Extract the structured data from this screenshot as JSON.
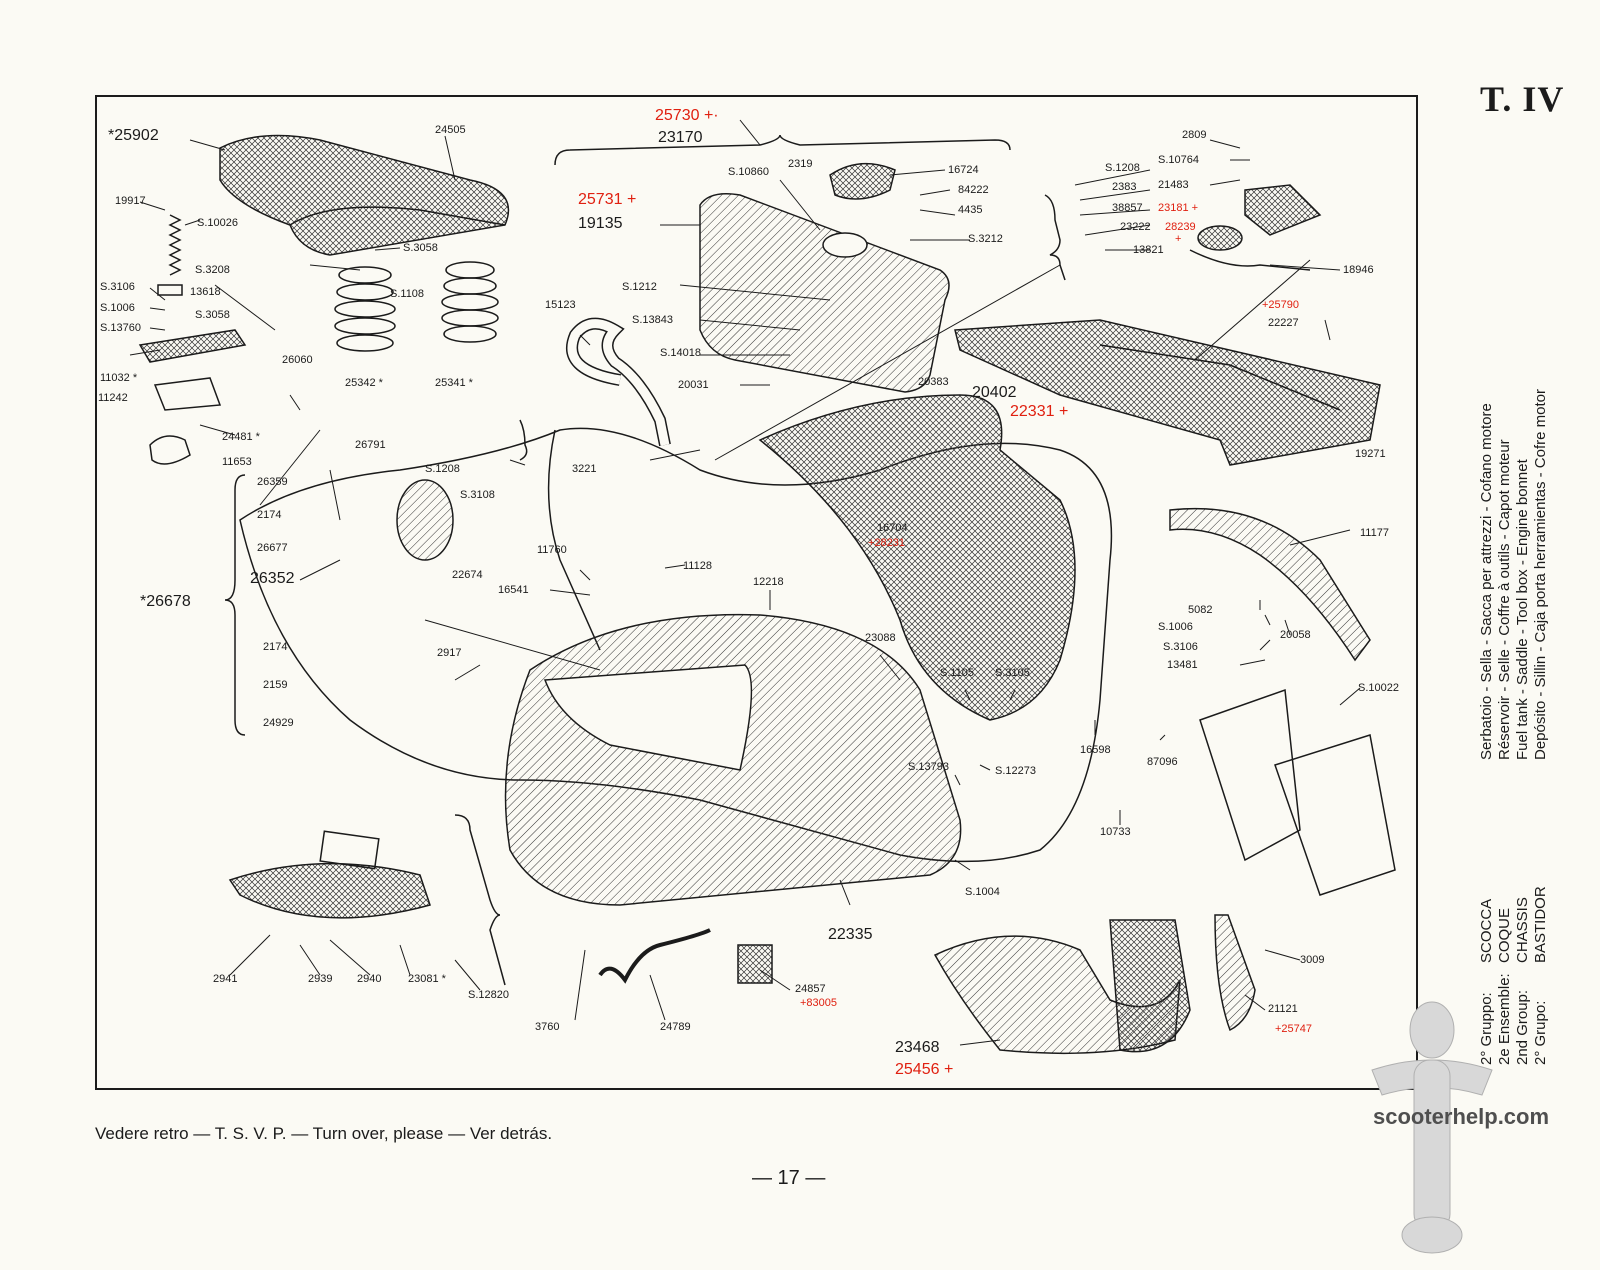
{
  "plate": {
    "title": "T. IV"
  },
  "side_text": {
    "names": [
      "Serbatoio - Sella - Sacca per attrezzi - Cofano motore",
      "Réservoir - Selle - Coffre à outils - Capot moteur",
      "Fuel tank - Saddle - Tool box - Engine bonnet",
      "Depósito - Sillin - Caja porta herramientas - Cofre motor"
    ],
    "groups": [
      {
        "prefix": "2° Gruppo:",
        "value": "SCOCCA"
      },
      {
        "prefix": "2e Ensemble:",
        "value": "COQUE"
      },
      {
        "prefix": "2nd Group:",
        "value": "CHASSIS"
      },
      {
        "prefix": "2° Grupo:",
        "value": "BASTIDOR"
      }
    ]
  },
  "labels": {
    "p25902": "*25902",
    "p24505": "24505",
    "p19917": "19917",
    "s10026": "S.10026",
    "s3058a": "S.3058",
    "s1108": "S.1108",
    "s3106a": "S.3106",
    "s3208": "S.3208",
    "p13618": "13618",
    "s1006a": "S.1006",
    "s3058b": "S.3058",
    "s13760": "S.13760",
    "p11032": "11032 *",
    "p11242": "11242",
    "p25342": "25342 *",
    "p25341": "25341 *",
    "p26060": "26060",
    "p24481": "24481 *",
    "p11653": "11653",
    "p26791": "26791",
    "p26359": "26359",
    "p2174a": "2174",
    "p26677": "26677",
    "p26352": "26352",
    "p26678": "*26678",
    "p2174b": "2174",
    "p2159": "2159",
    "p24929": "24929",
    "p25730": "25730 +·",
    "p23170": "23170",
    "p25731": "25731 +",
    "p19135": "19135",
    "s10860": "S.10860",
    "p2319": "2319",
    "p16724": "16724",
    "p84222": "84222",
    "p4435": "4435",
    "s3212": "S.3212",
    "s1212": "S.1212",
    "s13843": "S.13843",
    "s14018": "S.14018",
    "p20031": "20031",
    "p15123": "15123",
    "s1208a": "S.1208",
    "s3108": "S.3108",
    "p3221": "3221",
    "p22674": "22674",
    "p11760": "11760",
    "p16541": "16541",
    "p11128": "11128",
    "p12218": "12218",
    "p2917": "2917",
    "p23088": "23088",
    "p20383": "20383",
    "p20402": "20402",
    "p22331": "22331 +",
    "p16704": "16704",
    "p28231": "+28231",
    "s1105": "S.1105",
    "s3105": "S.3105",
    "s13793": "S.13793",
    "s12273": "S.12273",
    "s1004": "S.1004",
    "p22335": "22335",
    "p16598": "16598",
    "p87096": "87096",
    "p10733": "10733",
    "p2809": "2809",
    "s10764": "S.10764",
    "p21483": "21483",
    "s1208b": "S.1208",
    "p2383": "2383",
    "p38857": "38857",
    "p23181": "23181 +",
    "p23222": "23222",
    "p28239": "28239",
    "p28239plus": "+",
    "p13821": "13821",
    "p18946": "18946",
    "p25790": "+25790",
    "p22227": "22227",
    "p19271": "19271",
    "p11177": "11177",
    "p5082": "5082",
    "s1006b": "S.1006",
    "s3106b": "S.3106",
    "p13481": "13481",
    "p20058": "20058",
    "s10022": "S.10022",
    "p2941": "2941",
    "p2939": "2939",
    "p2940": "2940",
    "p23081": "23081 *",
    "s12820": "S.12820",
    "p3760": "3760",
    "p24789": "24789",
    "p24857": "24857",
    "p83005": "+83005",
    "p23468": "23468",
    "p25456": "25456 +",
    "p3009": "3009",
    "p21121": "21121",
    "p25747": "+25747"
  },
  "footer": {
    "note": "Vedere retro — T. S. V. P. — Turn over, please — Ver detrás."
  },
  "page": {
    "number": "— 17 —"
  },
  "watermark": {
    "text": "scooterhelp.com"
  },
  "colors": {
    "ink": "#1b1b1b",
    "red": "#e02010",
    "paper": "#fbfaf4"
  }
}
